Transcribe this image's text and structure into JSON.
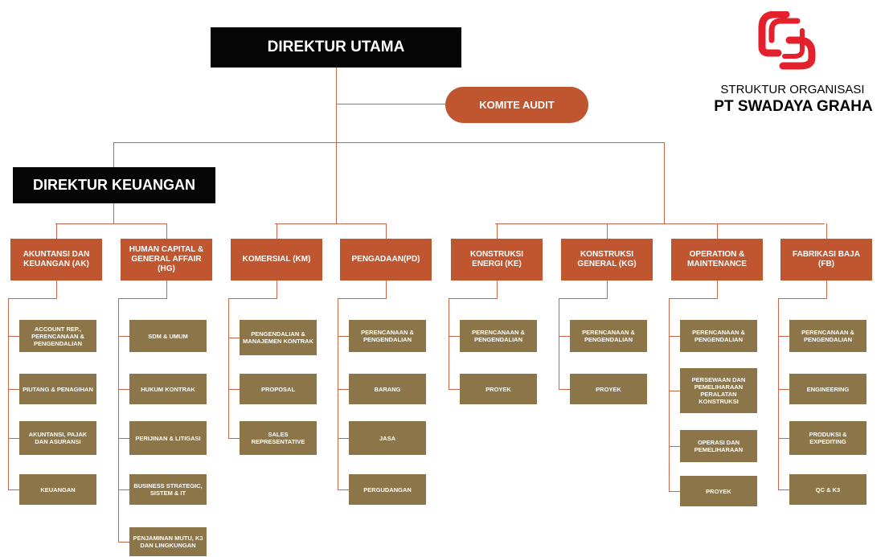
{
  "brand": {
    "subtitle": "STRUKTUR ORGANISASI",
    "title": "PT SWADAYA GRAHA",
    "logo_color": "#e3202b"
  },
  "colors": {
    "department": "#c0562f",
    "unit": "#8b7549",
    "executive": "#050505",
    "connector": "#c9674a"
  },
  "executives": {
    "president": "DIREKTUR UTAMA",
    "finance": "DIREKTUR KEUANGAN",
    "audit": "KOMITE AUDIT"
  },
  "departments": [
    {
      "name": "AKUNTANSI DAN KEUANGAN (AK)",
      "units": [
        "ACCOUNT REP., PERENCANAAN & PENGENDALIAN",
        "PIUTANG & PENAGIHAN",
        "AKUNTANSI, PAJAK DAN ASURANSI",
        "KEUANGAN"
      ]
    },
    {
      "name": "HUMAN CAPITAL & GENERAL AFFAIR (HG)",
      "units": [
        "SDM & UMUM",
        "HUKUM KONTRAK",
        "PERIJINAN & LITIGASI",
        "BUSINESS STRATEGIC, SISTEM & IT",
        "PENJAMINAN MUTU, K3 DAN LINGKUNGAN"
      ]
    },
    {
      "name": "KOMERSIAL (KM)",
      "units": [
        "PENGENDALIAN & MANAJEMEN KONTRAK",
        "PROPOSAL",
        "SALES REPRESENTATIVE"
      ]
    },
    {
      "name": "PENGADAAN(PD)",
      "units": [
        "PERENCANAAN & PENGENDALIAN",
        "BARANG",
        "JASA",
        "PERGUDANGAN"
      ]
    },
    {
      "name": "KONSTRUKSI ENERGI (KE)",
      "units": [
        "PERENCANAAN & PENGENDALIAN",
        "PROYEK"
      ]
    },
    {
      "name": "KONSTRUKSI GENERAL (KG)",
      "units": [
        "PERENCANAAN & PENGENDALIAN",
        "PROYEK"
      ]
    },
    {
      "name": "OPERATION & MAINTENANCE",
      "units": [
        "PERENCANAAN & PENGENDALIAN",
        "PERSEWAAN DAN PEMELIHARAAN PERALATAN KONSTRUKSI",
        "OPERASI DAN PEMELIHARAAN",
        "PROYEK"
      ]
    },
    {
      "name": "FABRIKASI BAJA (FB)",
      "units": [
        "PERENCANAAN & PENGENDALIAN",
        "ENGINEERING",
        "PRODUKSI & EXPEDITING",
        "QC & K3"
      ]
    }
  ]
}
